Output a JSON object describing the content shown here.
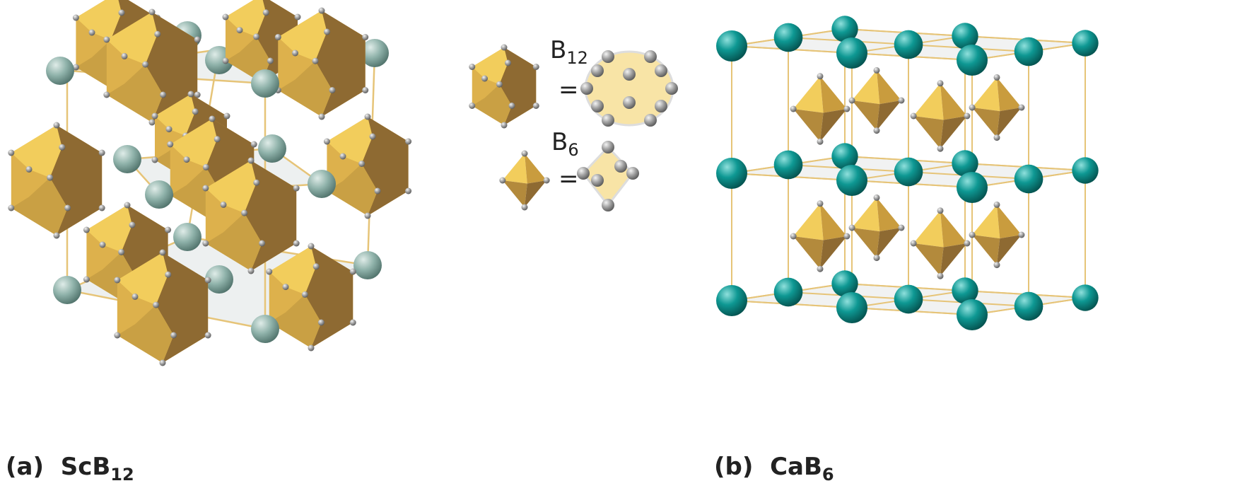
{
  "panel_a": {
    "letter": "(a)",
    "formula_base": "ScB",
    "formula_sub": "12"
  },
  "panel_b": {
    "letter": "(b)",
    "formula_base": "CaB",
    "formula_sub": "6"
  },
  "legend": {
    "b12": {
      "base": "B",
      "sub": "12",
      "equals": "="
    },
    "b6": {
      "base": "B",
      "sub": "6",
      "equals": "="
    }
  },
  "colors": {
    "polyhedron_light": "#f2cd5c",
    "polyhedron_mid": "#ddb14c",
    "polyhedron_dark": "#8e6a32",
    "sc_atom": "#8fb2aa",
    "ca_atom": "#0e9893",
    "boron_atom": "#a0a0a0",
    "lattice_line": "#e6c478",
    "plane_fill": "#dfe3e3"
  }
}
